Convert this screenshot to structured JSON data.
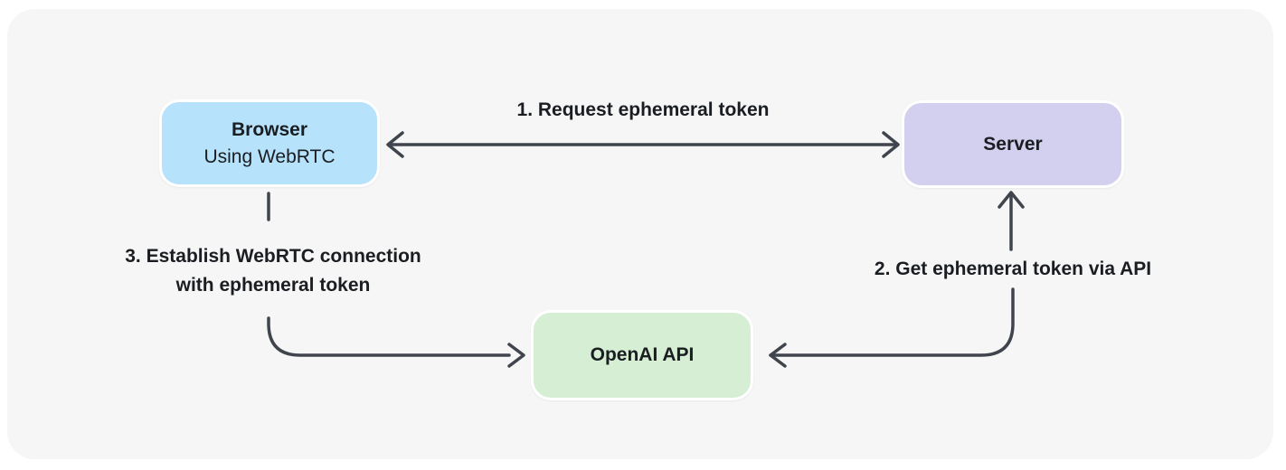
{
  "diagram": {
    "description": "Flow diagram of establishing a WebRTC connection to the OpenAI API using an ephemeral token",
    "nodes": {
      "browser": {
        "title": "Browser",
        "subtitle": "Using WebRTC",
        "fill": "#b7e2fb"
      },
      "server": {
        "title": "Server",
        "fill": "#d3cfee"
      },
      "openai": {
        "title": "OpenAI API",
        "fill": "#d6eed3"
      }
    },
    "edges": {
      "request_token": {
        "label": "1. Request ephemeral token",
        "from": "browser",
        "to": "server",
        "style": "bidirectional"
      },
      "get_token": {
        "label": "2. Get ephemeral token via API",
        "from": "server",
        "to": "openai",
        "style": "directed"
      },
      "establish_connection": {
        "label_line1": "3. Establish WebRTC connection",
        "label_line2": "with ephemeral token",
        "from": "browser",
        "to": "openai",
        "style": "directed"
      }
    },
    "colors": {
      "canvas_background": "#f6f6f6",
      "page_background": "#ffffff",
      "line": "#40454d",
      "text": "#1a1d21",
      "node_border": "#ffffff"
    }
  }
}
